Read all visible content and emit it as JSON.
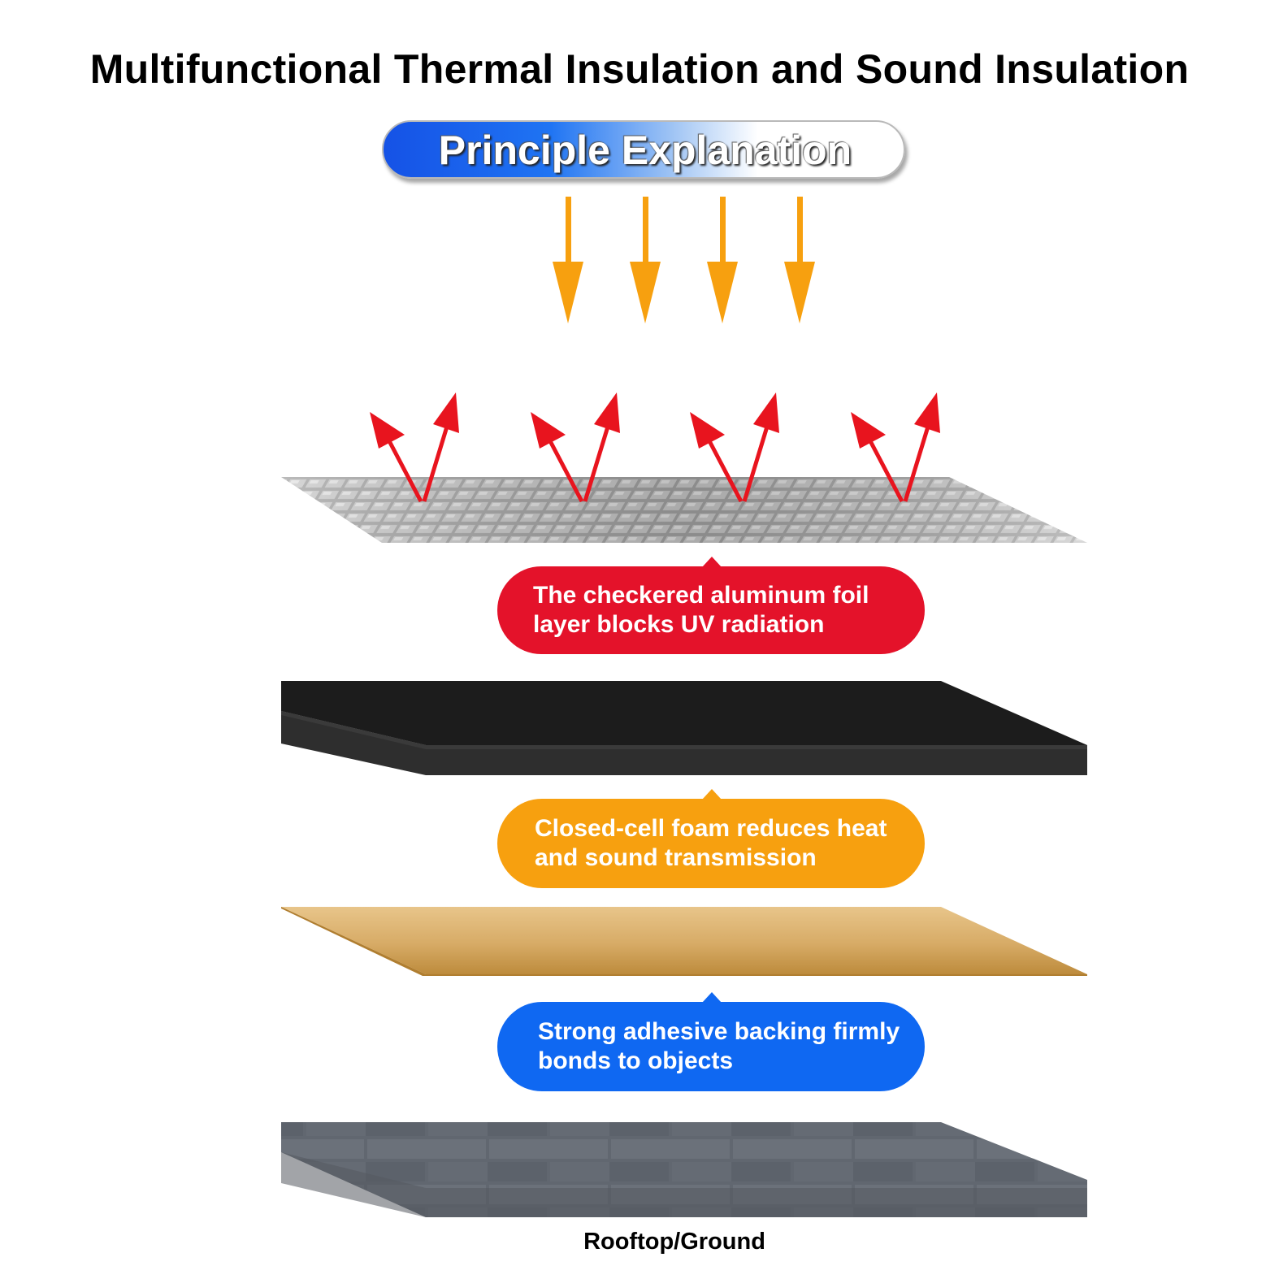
{
  "title": "Multifunctional Thermal Insulation and Sound Insulation",
  "banner": {
    "label": "Principle Explanation"
  },
  "layers": [
    {
      "id": "foil",
      "caption": "The checkered aluminum foil\nlayer blocks UV radiation",
      "color": "#e4122a"
    },
    {
      "id": "foam",
      "caption": "Closed-cell foam reduces heat\nand sound transmission",
      "color": "#f7a00f"
    },
    {
      "id": "adhesive",
      "caption": "Strong adhesive backing firmly\n bonds to objects",
      "color": "#0f68f2"
    },
    {
      "id": "ground",
      "caption": "Rooftop/Ground"
    }
  ],
  "arrows": {
    "incoming_color": "#f7a00f",
    "reflected_color": "#e8141e"
  }
}
